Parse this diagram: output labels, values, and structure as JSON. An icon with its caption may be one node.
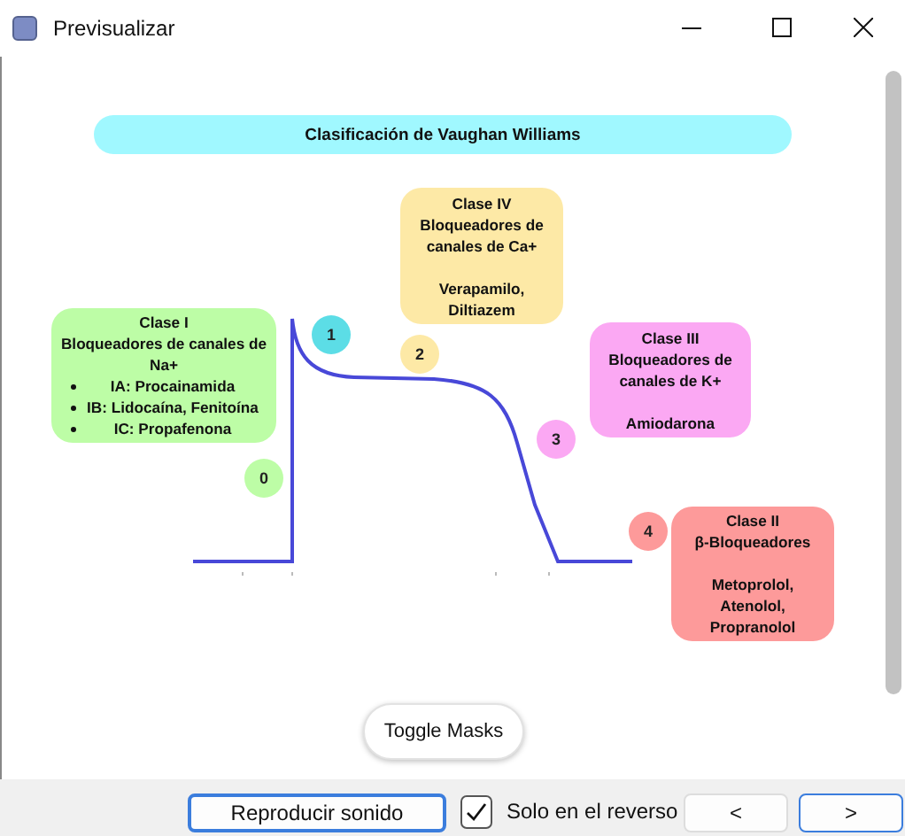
{
  "diagram": {
    "title": "Clasificación de Vaughan Williams",
    "nodes": [
      {
        "text": [
          "Clase IV",
          "Bloqueadores de canales de Ca+",
          "Verapamilo, Diltiazem"
        ]
      },
      {
        "text": [
          "Clase I",
          "Bloqueadores de canales de Na+",
          "IA: Procainamida",
          "IB: Lidocaína, Fenitoína",
          "IC: Propafenona"
        ]
      },
      {
        "text": [
          "1"
        ]
      },
      {
        "text": [
          "2"
        ]
      },
      {
        "text": [
          "Clase III",
          "Bloqueadores de canales de K+",
          "Amiodarona"
        ]
      },
      {
        "text": [
          "3"
        ]
      },
      {
        "text": [
          "0"
        ]
      },
      {
        "text": [
          "4"
        ]
      },
      {
        "text": [
          "Clase II",
          "β-Bloqueadores",
          "Metoprolol, Atenolol, Propranolol"
        ]
      }
    ],
    "labels": [
      "Previsualizar",
      "Toggle Masks",
      "Reproducir sonido",
      "Solo en el reverso",
      "<",
      ">"
    ]
  }
}
